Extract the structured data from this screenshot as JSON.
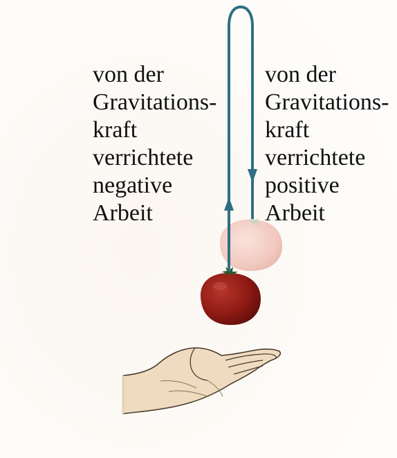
{
  "left_label": {
    "lines": [
      "von der",
      "Gravitations-",
      "kraft",
      "verrichtete",
      "negative",
      "Arbeit"
    ]
  },
  "right_label": {
    "lines": [
      "von der",
      "Gravitations-",
      "kraft",
      "verrichtete",
      "positive",
      "Arbeit"
    ]
  },
  "colors": {
    "background": "#fefdfb",
    "path_arrow": "#2f6f83",
    "tomato_lower": "#8e1a14",
    "tomato_upper": "#f0c7bd",
    "hand_skin": "#efdcc0",
    "hand_outline": "#4a3a2c"
  }
}
